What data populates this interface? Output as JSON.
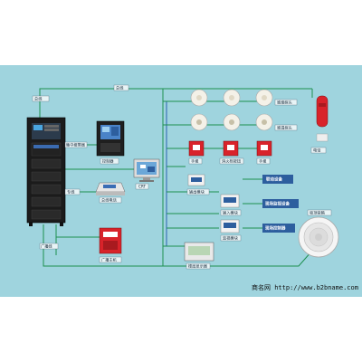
{
  "labels": {
    "bus_left": "总线",
    "bus_top": "总线",
    "line_mid": "专线",
    "line_bottom": "广播线",
    "fire_panel": "集中报警器",
    "controller": "控制器",
    "crt": "CRT",
    "telephone_host": "总线电话",
    "broadcast_host": "广播主机",
    "smoke_detector": "感烟探头",
    "heat_detector": "感温探头",
    "manual_button_1": "手报",
    "hydrant_button": "消火栓按钮",
    "manual_button_2": "手报",
    "alarm_phone": "电话",
    "input_module": "输出模块",
    "io_module": "输入模块",
    "monitor_module": "监视模块",
    "display_panel": "楼层显示器",
    "linkage_device": "联动设备",
    "onsite_monitor": "现场监视设备",
    "onsite_control": "现场控制器",
    "ceiling_speaker": "吸顶音箱"
  },
  "watermark": {
    "site_name": "商名网",
    "url": "http://www.b2bname.com"
  },
  "colors": {
    "background": "#9fd4de",
    "wire_green": "#1d8f4f",
    "wire_blue": "#2a5fb0",
    "cabinet": "#1b1b1b",
    "alarm_red": "#d8232a",
    "module_blue": "#2d5e9e"
  }
}
